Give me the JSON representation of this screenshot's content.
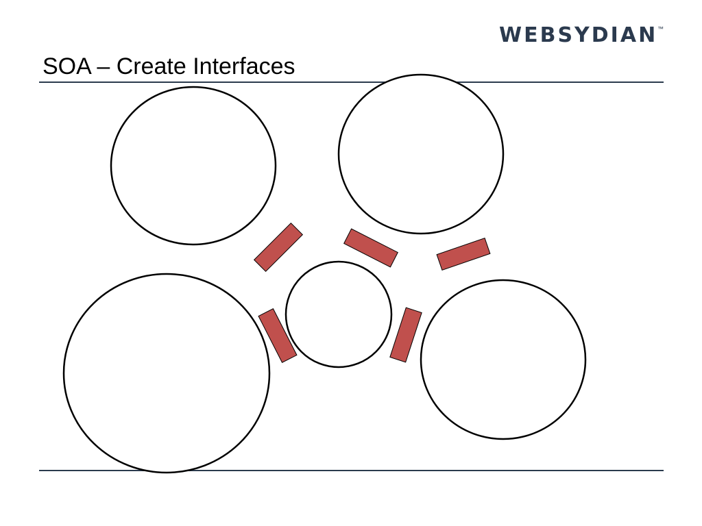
{
  "slide": {
    "title": "SOA – Create Interfaces",
    "logo": {
      "text": "WEBSYDIAN",
      "trademark": "™"
    }
  },
  "diagram": {
    "services": [
      {
        "name": "service-circle-top-left"
      },
      {
        "name": "service-circle-top-right"
      },
      {
        "name": "service-circle-center"
      },
      {
        "name": "service-circle-bottom-left"
      },
      {
        "name": "service-circle-bottom-right"
      }
    ],
    "interfaces": [
      {
        "name": "interface-1"
      },
      {
        "name": "interface-2"
      },
      {
        "name": "interface-3"
      },
      {
        "name": "interface-4"
      },
      {
        "name": "interface-5"
      }
    ]
  },
  "colors": {
    "interface_fill": "#c0504d",
    "rule": "#2a3a4d",
    "logo": "#2b3a4e",
    "background": "#ffffff"
  }
}
